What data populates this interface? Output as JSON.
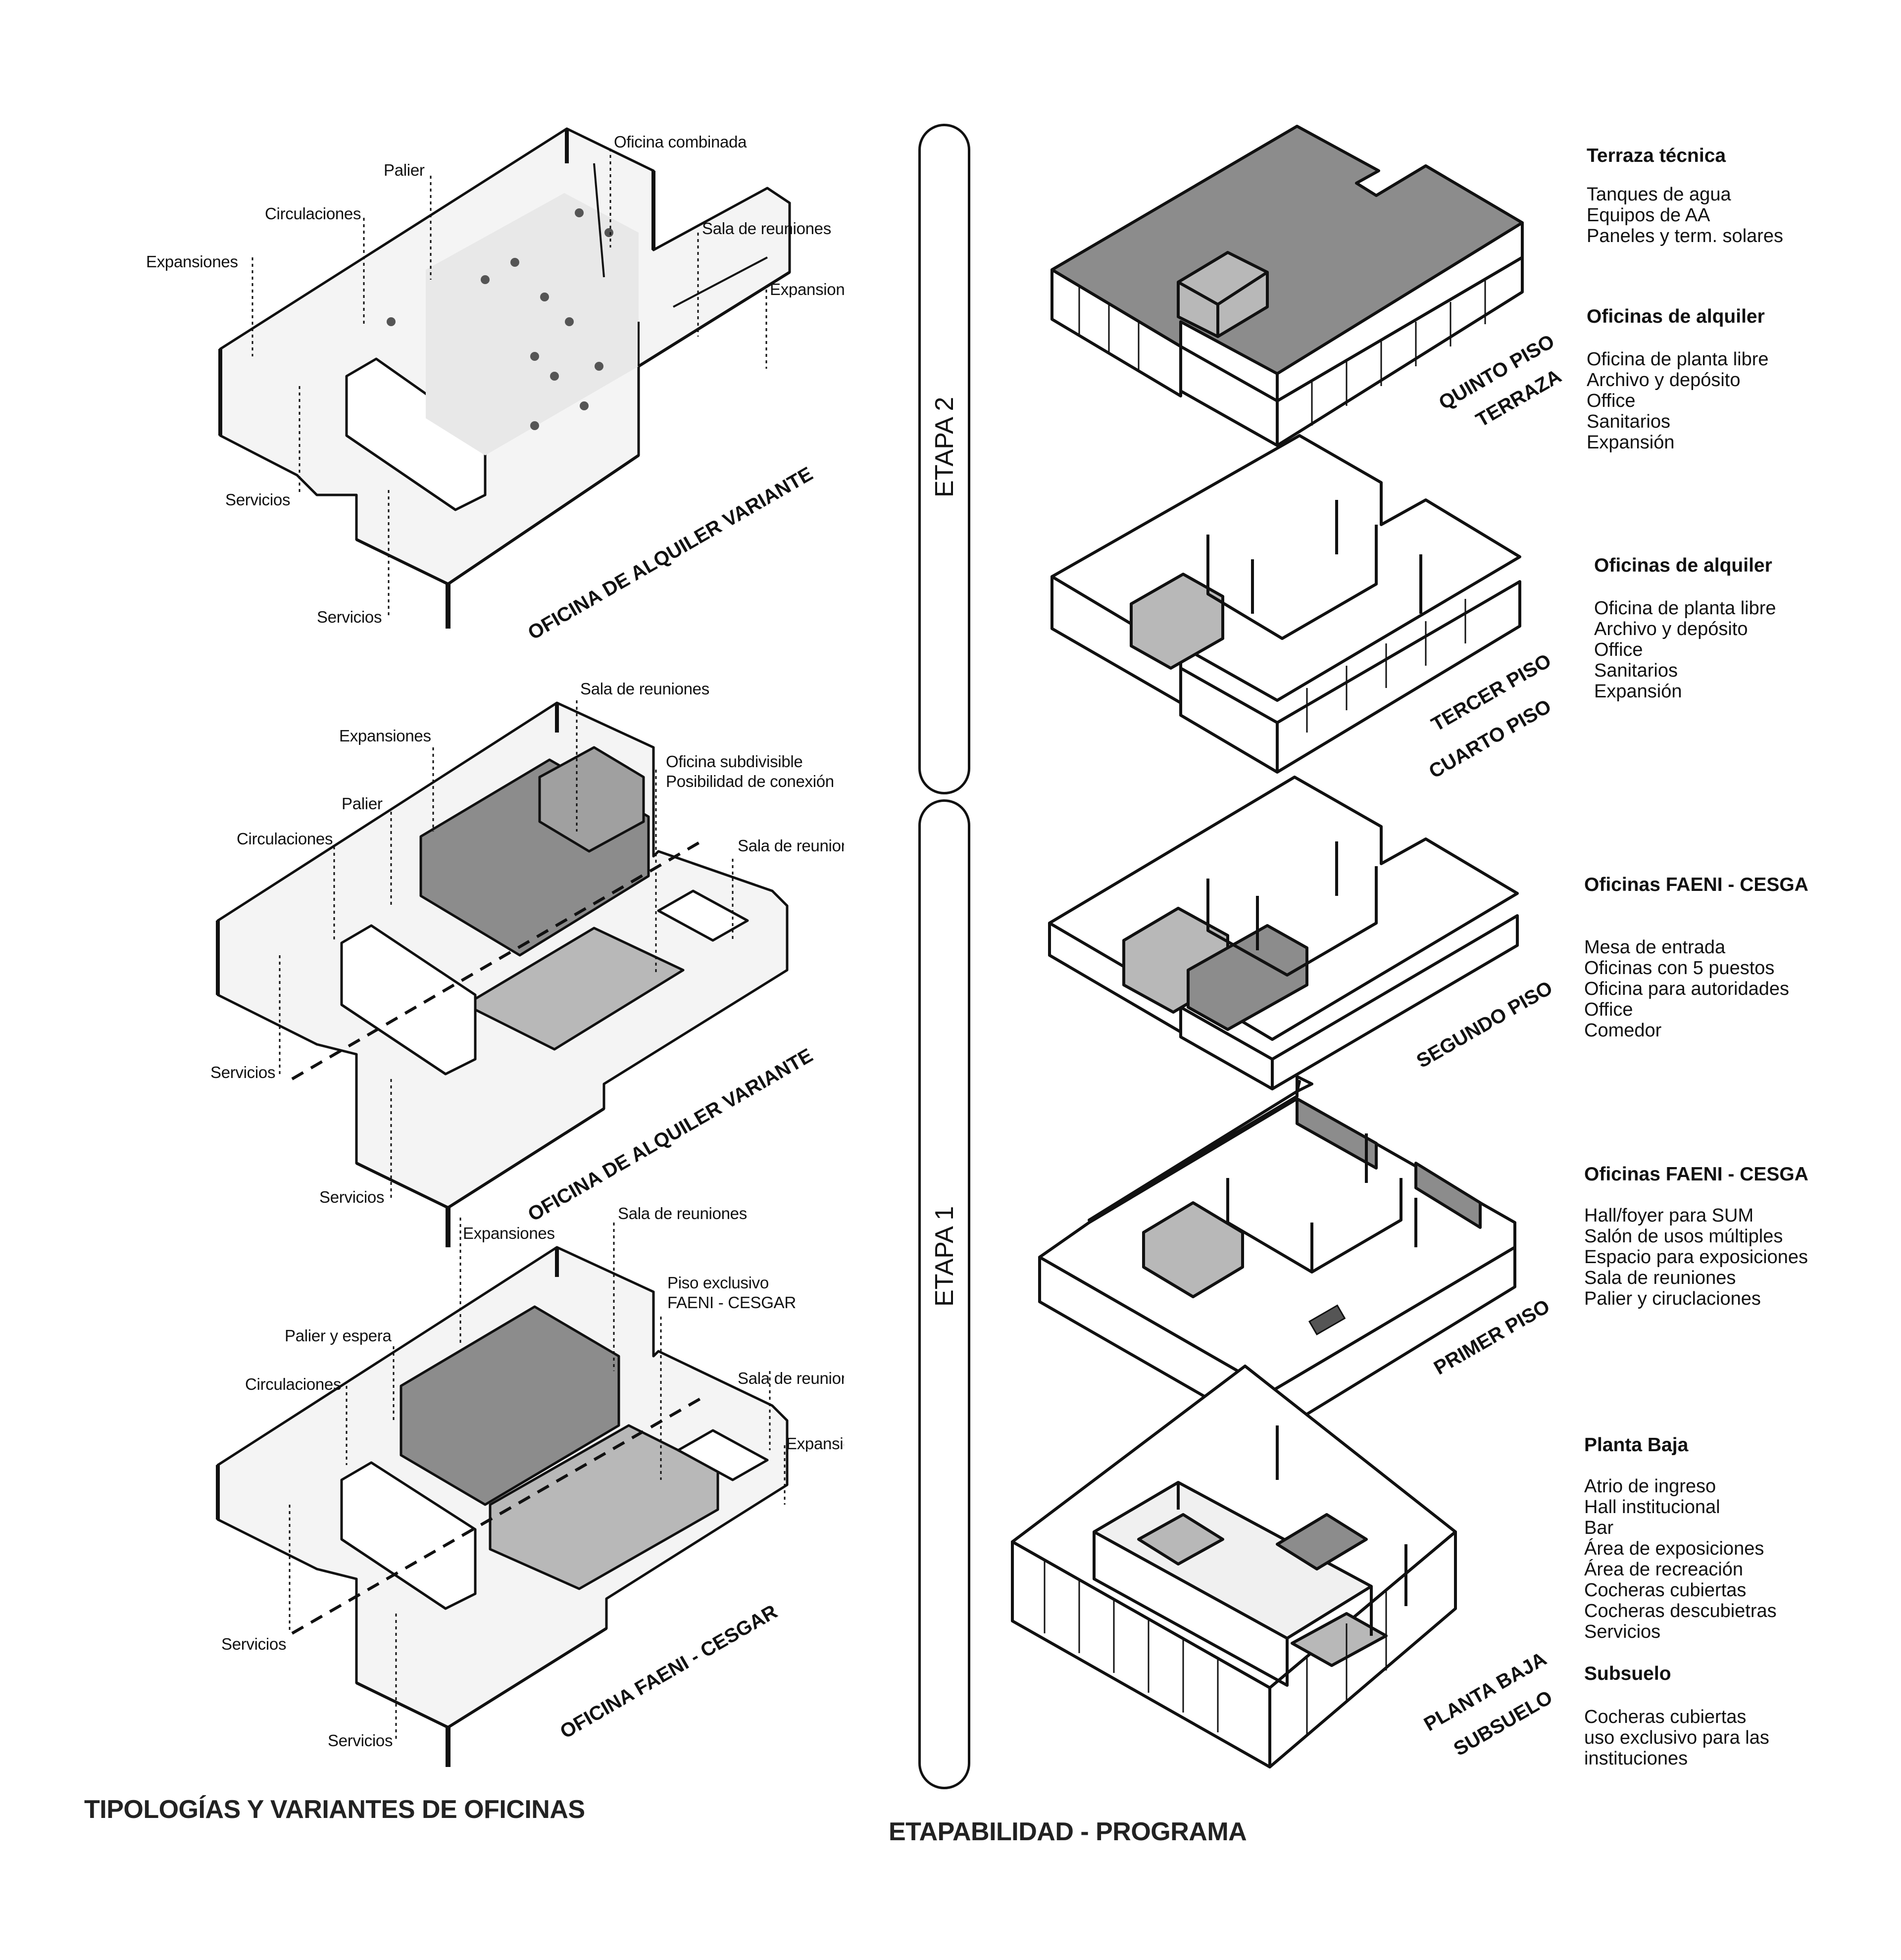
{
  "left_panel": {
    "title": "TIPOLOGÍAS Y VARIANTES DE OFICINAS",
    "diagrams": [
      {
        "caption": "OFICINA DE ALQUILER VARIANTE",
        "labels": {
          "oficina_combinada": "Oficina combinada",
          "palier": "Palier",
          "circulaciones": "Circulaciones",
          "sala_reuniones": "Sala de reuniones",
          "expansiones_left": "Expansiones",
          "expansiones_right": "Expansiones",
          "servicios_upper": "Servicios",
          "servicios_lower": "Servicios"
        }
      },
      {
        "caption": "OFICINA DE ALQUILER VARIANTE",
        "labels": {
          "sala_reuniones_top": "Sala de reuniones",
          "expansiones": "Expansiones",
          "oficina_subdivisible": "Oficina subdivisible",
          "posibilidad_conexion": "Posibilidad de conexión",
          "palier": "Palier",
          "circulaciones": "Circulaciones",
          "sala_reuniones_right": "Sala de reuniones",
          "servicios_upper": "Servicios",
          "servicios_lower": "Servicios"
        }
      },
      {
        "caption": "OFICINA FAENI - CESGAR",
        "labels": {
          "sala_reuniones_top": "Sala de reuniones",
          "expansiones_top": "Expansiones",
          "piso_exclusivo_1": "Piso exclusivo",
          "piso_exclusivo_2": "FAENI - CESGAR",
          "palier_espera": "Palier y espera",
          "circulaciones": "Circulaciones",
          "sala_reuniones_right": "Sala de reuniones",
          "expansiones_right": "Expansiones",
          "servicios_upper": "Servicios",
          "servicios_lower": "Servicios"
        }
      }
    ]
  },
  "right_panel": {
    "title": "ETAPABILIDAD - PROGRAMA",
    "stages": [
      "ETAPA 2",
      "ETAPA 1"
    ],
    "floors": [
      {
        "caption_1": "QUINTO PISO",
        "caption_2": "TERRAZA",
        "program": [
          {
            "heading": "Terraza técnica",
            "items": [
              "Tanques de agua",
              "Equipos de AA",
              "Paneles y term. solares"
            ]
          },
          {
            "heading": "Oficinas de alquiler",
            "items": [
              "Oficina de planta libre",
              "Archivo y depósito",
              "Office",
              "Sanitarios",
              "Expansión"
            ]
          }
        ]
      },
      {
        "caption_1": "TERCER PISO",
        "caption_2": "CUARTO PISO",
        "program": [
          {
            "heading": "Oficinas de alquiler",
            "items": [
              "Oficina de planta libre",
              "Archivo y depósito",
              "Office",
              "Sanitarios",
              "Expansión"
            ]
          }
        ]
      },
      {
        "caption_1": "SEGUNDO PISO",
        "caption_2": "",
        "program": [
          {
            "heading": "Oficinas FAENI - CESGAR",
            "items": [
              "Mesa de entrada",
              "Oficinas con 5 puestos",
              "Oficina para autoridades",
              "Office",
              "Comedor"
            ]
          }
        ]
      },
      {
        "caption_1": "PRIMER PISO",
        "caption_2": "",
        "program": [
          {
            "heading": "Oficinas FAENI - CESGAR",
            "items": [
              "Hall/foyer para SUM",
              "Salón de usos múltiples",
              "Espacio para exposiciones",
              "Sala de reuniones",
              "Palier y ciruclaciones"
            ]
          }
        ]
      },
      {
        "caption_1": "PLANTA BAJA",
        "caption_2": "SUBSUELO",
        "program": [
          {
            "heading": "Planta Baja",
            "items": [
              "Atrio de ingreso",
              "Hall institucional",
              "Bar",
              "Área de exposiciones",
              "Área de recreación",
              "Cocheras cubiertas",
              "Cocheras descubietras",
              "Servicios"
            ]
          },
          {
            "heading": "Subsuelo",
            "items": [
              "Cocheras cubiertas",
              "uso exclusivo para las",
              "instituciones"
            ]
          }
        ]
      }
    ]
  },
  "colors": {
    "ink": "#111111",
    "dark_fill": "#8c8c8c",
    "mid_fill": "#b8b8b8",
    "light_fill": "#dcdcdc",
    "paper": "#ffffff"
  }
}
